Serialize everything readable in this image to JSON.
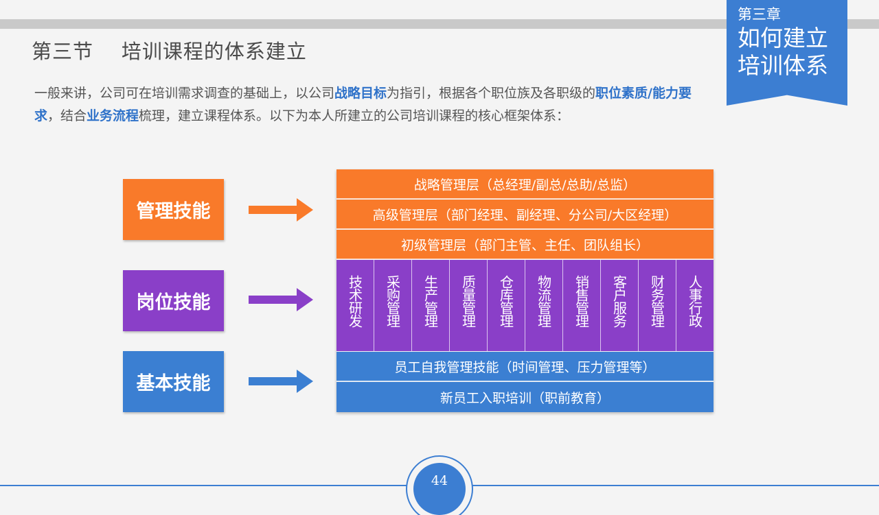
{
  "chapter": {
    "label": "第三章",
    "title_line1": "如何建立",
    "title_line2": "培训体系"
  },
  "section_title": "第三节    培训课程的体系建立",
  "intro": {
    "p1": "一般来讲，公司可在培训需求调查的基础上，以公司",
    "h1": "战略目标",
    "p2": "为指引，根据各个职位族及各职级的",
    "h2": "职位素质/能力要求",
    "p3": "，结合",
    "h3": "业务流程",
    "p4": "梳理，建立课程体系。以下为本人所建立的公司培训课程的核心框架体系："
  },
  "skills": [
    {
      "label": "管理技能",
      "color": "#f97a2a"
    },
    {
      "label": "岗位技能",
      "color": "#8a3fc8"
    },
    {
      "label": "基本技能",
      "color": "#3b7fd2"
    }
  ],
  "framework": {
    "management_rows": [
      "战略管理层（总经理/副总/总助/总监）",
      "高级管理层（部门经理、副经理、分公司/大区经理）",
      "初级管理层（部门主管、主任、团队组长）"
    ],
    "position_columns": [
      "技术研发",
      "采购管理",
      "生产管理",
      "质量管理",
      "仓库管理",
      "物流管理",
      "销售管理",
      "客户服务",
      "财务管理",
      "人事行政"
    ],
    "basic_rows": [
      "员工自我管理技能（时间管理、压力管理等）",
      "新员工入职培训（职前教育）"
    ]
  },
  "page_number": "44"
}
